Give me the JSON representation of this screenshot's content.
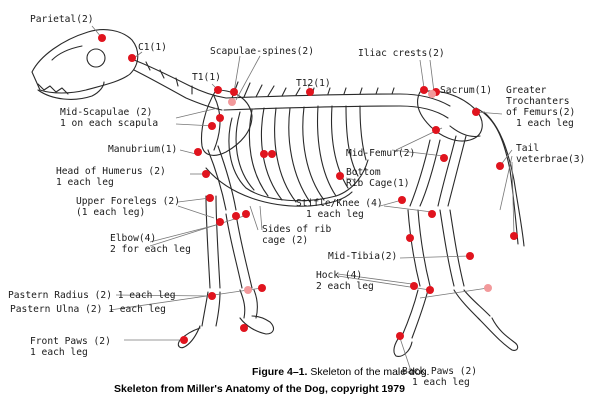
{
  "colors": {
    "marker": "#e0141e",
    "marker_faint": "#f2999b",
    "bone": "#2a2a2a",
    "leader": "#777777",
    "text": "#1a1a1a",
    "background": "#ffffff"
  },
  "labels": {
    "parietal": "Parietal(2)",
    "c1": "C1(1)",
    "scapulae_spines": "Scapulae-spines(2)",
    "iliac_crests": "Iliac crests(2)",
    "t1": "T1(1)",
    "t12": "T12(1)",
    "sacrum": "Sacrum(1)",
    "greater_trochanters_1": "Greater",
    "greater_trochanters_2": "Trochanters",
    "greater_trochanters_3": "of Femurs(2)",
    "greater_trochanters_4": "1 each leg",
    "mid_scapulae_1": "Mid-Scapulae (2)",
    "mid_scapulae_2": "1 on each scapula",
    "tail_vertebrae_1": "Tail",
    "tail_vertebrae_2": "veterbrae(3)",
    "manubrium": "Manubrium(1)",
    "mid_femur": "Mid-Femur(2)",
    "head_of_humerus_1": "Head of Humerus (2)",
    "head_of_humerus_2": "1 each leg",
    "bottom_rib_cage_1": "Bottom",
    "bottom_rib_cage_2": "Rib Cage(1)",
    "upper_forelegs_1": "Upper Forelegs (2)",
    "upper_forelegs_2": "(1 each leg)",
    "stifle_knee_1": "Stifle/Knee (4)",
    "stifle_knee_2": "1 each leg",
    "sides_rib_cage_1": "Sides of rib",
    "sides_rib_cage_2": "cage (2)",
    "elbow_1": "Elbow(4)",
    "elbow_2": "2 for each leg",
    "mid_tibia": "Mid-Tibia(2)",
    "hock_1": "Hock (4)",
    "hock_2": "2 each leg",
    "pastern_radius": "Pastern Radius (2) 1 each leg",
    "pastern_ulna": "Pastern Ulna (2) 1 each leg",
    "front_paws_1": "Front Paws (2)",
    "front_paws_2": "1 each leg",
    "back_paws_1": "Back Paws (2)",
    "back_paws_2": "1 each leg"
  },
  "caption": {
    "figure_number": "Figure 4–1.",
    "figure_title": "Skeleton of the male dog.",
    "source": "Skeleton from Miller's Anatomy of the Dog, copyright 1979"
  }
}
